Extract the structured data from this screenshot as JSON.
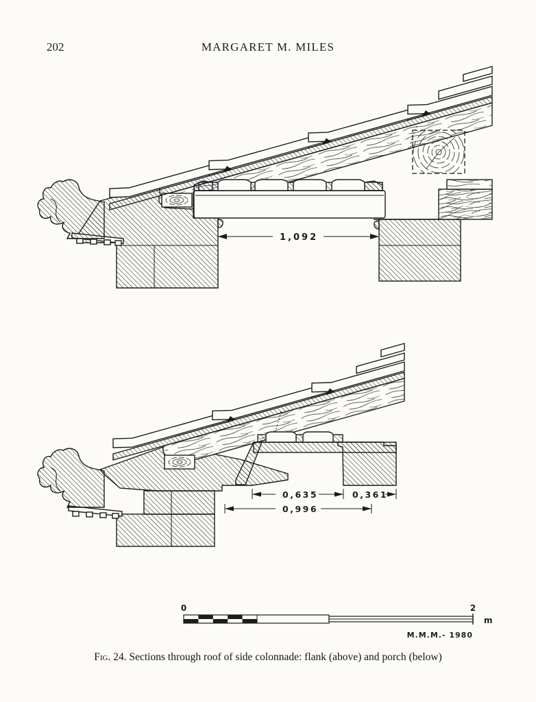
{
  "page": {
    "number": "202",
    "running_head": "MARGARET M. MILES"
  },
  "figure": {
    "caption": {
      "label": "Fig. 24.",
      "text": " Sections through roof of side colonnade: flank (above) and porch (below)"
    },
    "signature": "M.M.M.- 1980",
    "sections": {
      "upper": {
        "name": "flank section",
        "span_dimension": "1,092"
      },
      "lower": {
        "name": "porch section",
        "dimensions": {
          "soffit_gap": "0,635",
          "bearer_width": "0,361",
          "overall": "0,996"
        }
      }
    },
    "scale_bar": {
      "start_label": "0",
      "end_label": "2",
      "unit": "m"
    }
  },
  "colors": {
    "paper": "#fcfbf8",
    "ink": "#1c1c1c"
  }
}
